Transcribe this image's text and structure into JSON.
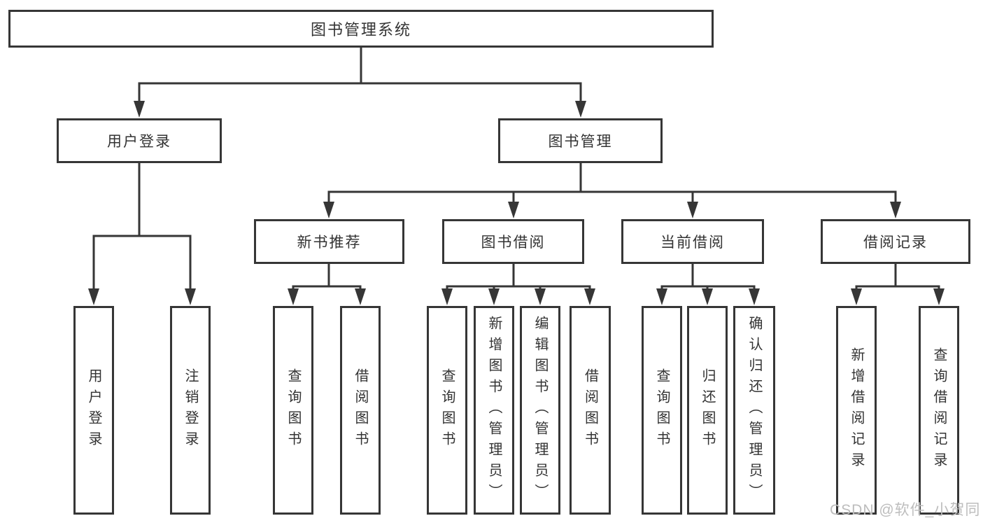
{
  "tree": {
    "root": {
      "label": "图书管理系统"
    },
    "branches": [
      {
        "label": "用户登录",
        "children": [
          {
            "label": "用户登录"
          },
          {
            "label": "注销登录"
          }
        ]
      },
      {
        "label": "图书管理",
        "children": [
          {
            "label": "新书推荐",
            "children": [
              {
                "label": "查询图书"
              },
              {
                "label": "借阅图书"
              }
            ]
          },
          {
            "label": "图书借阅",
            "children": [
              {
                "label": "查询图书"
              },
              {
                "label": "新增图书（管理员）"
              },
              {
                "label": "编辑图书（管理员）"
              },
              {
                "label": "借阅图书"
              }
            ]
          },
          {
            "label": "当前借阅",
            "children": [
              {
                "label": "查询图书"
              },
              {
                "label": "归还图书"
              },
              {
                "label": "确认归还（管理员）"
              }
            ]
          },
          {
            "label": "借阅记录",
            "children": [
              {
                "label": "新增借阅记录"
              },
              {
                "label": "查询借阅记录"
              }
            ]
          }
        ]
      }
    ]
  },
  "watermark": {
    "text": "CSDN @软件_小贺同学"
  },
  "colors": {
    "line": "#363636",
    "box_border": "#363636",
    "text": "#333333",
    "watermark": "#bdbdbd",
    "background": "#ffffff"
  }
}
